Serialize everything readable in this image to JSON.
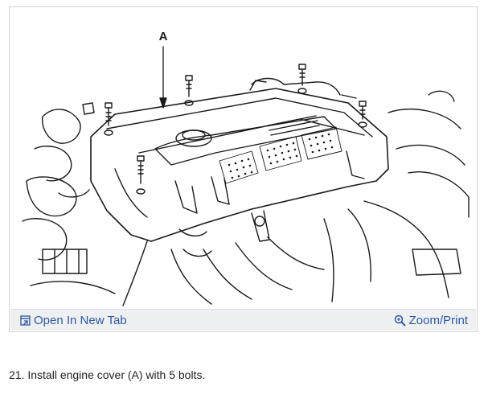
{
  "figure": {
    "callout_label": "A"
  },
  "toolbar": {
    "open_new_tab_label": "Open In New Tab",
    "zoom_print_label": "Zoom/Print",
    "link_color": "#2a5aa8"
  },
  "step": {
    "text": "21. Install engine cover (A) with 5 bolts."
  },
  "icons": {
    "open_new_tab": "external-window-icon",
    "zoom": "magnifier-icon"
  }
}
